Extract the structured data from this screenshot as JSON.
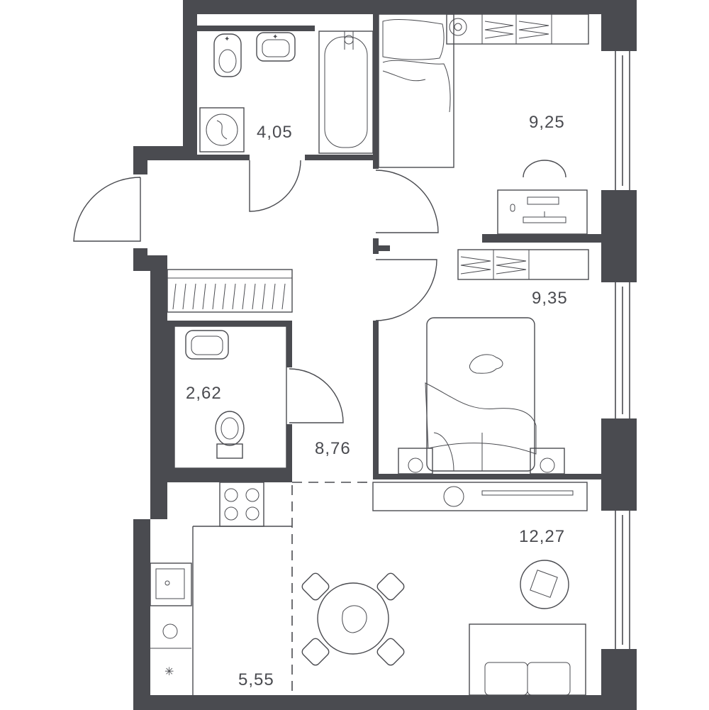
{
  "plan": {
    "wall_color": "#4a4b50",
    "rooms": [
      {
        "id": "bathroom",
        "area": "4,05"
      },
      {
        "id": "bedroom-1",
        "area": "9,25"
      },
      {
        "id": "bedroom-2",
        "area": "9,35"
      },
      {
        "id": "wc",
        "area": "2,62"
      },
      {
        "id": "hall",
        "area": "8,76"
      },
      {
        "id": "living-room",
        "area": "12,27"
      },
      {
        "id": "kitchen",
        "area": "5,55"
      }
    ]
  }
}
